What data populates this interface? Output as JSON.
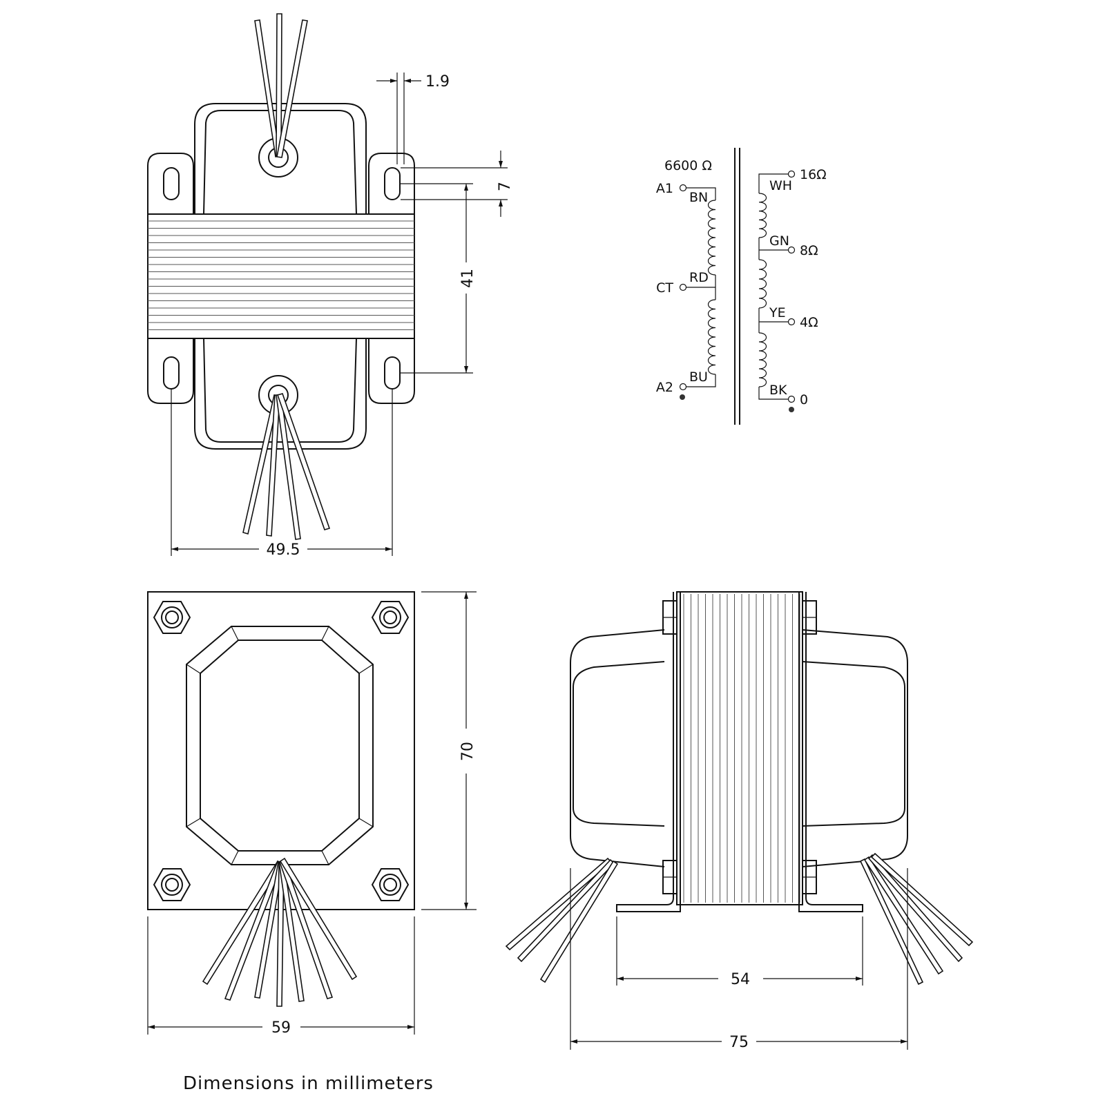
{
  "dimensions": {
    "top_view_width": "49.5",
    "top_view_height": "41",
    "slot_length": "7",
    "slot_offset": "1.9",
    "front_width": "59",
    "front_height": "70",
    "side_mount_spacing": "54",
    "side_total_width": "75"
  },
  "schematic": {
    "impedance_primary": "6600  Ω",
    "terminals_primary": [
      {
        "name": "A1",
        "color": "BN"
      },
      {
        "name": "CT",
        "color": "RD"
      },
      {
        "name": "A2",
        "color": "BU"
      }
    ],
    "terminals_secondary": [
      {
        "name": "16Ω",
        "color": "WH"
      },
      {
        "name": "8Ω",
        "color": "GN"
      },
      {
        "name": "4Ω",
        "color": "YE"
      },
      {
        "name": "0",
        "color": "BK"
      }
    ]
  },
  "footer_note": "Dimensions  in  millimeters",
  "colors": {
    "line": "#111111",
    "background": "#ffffff"
  }
}
